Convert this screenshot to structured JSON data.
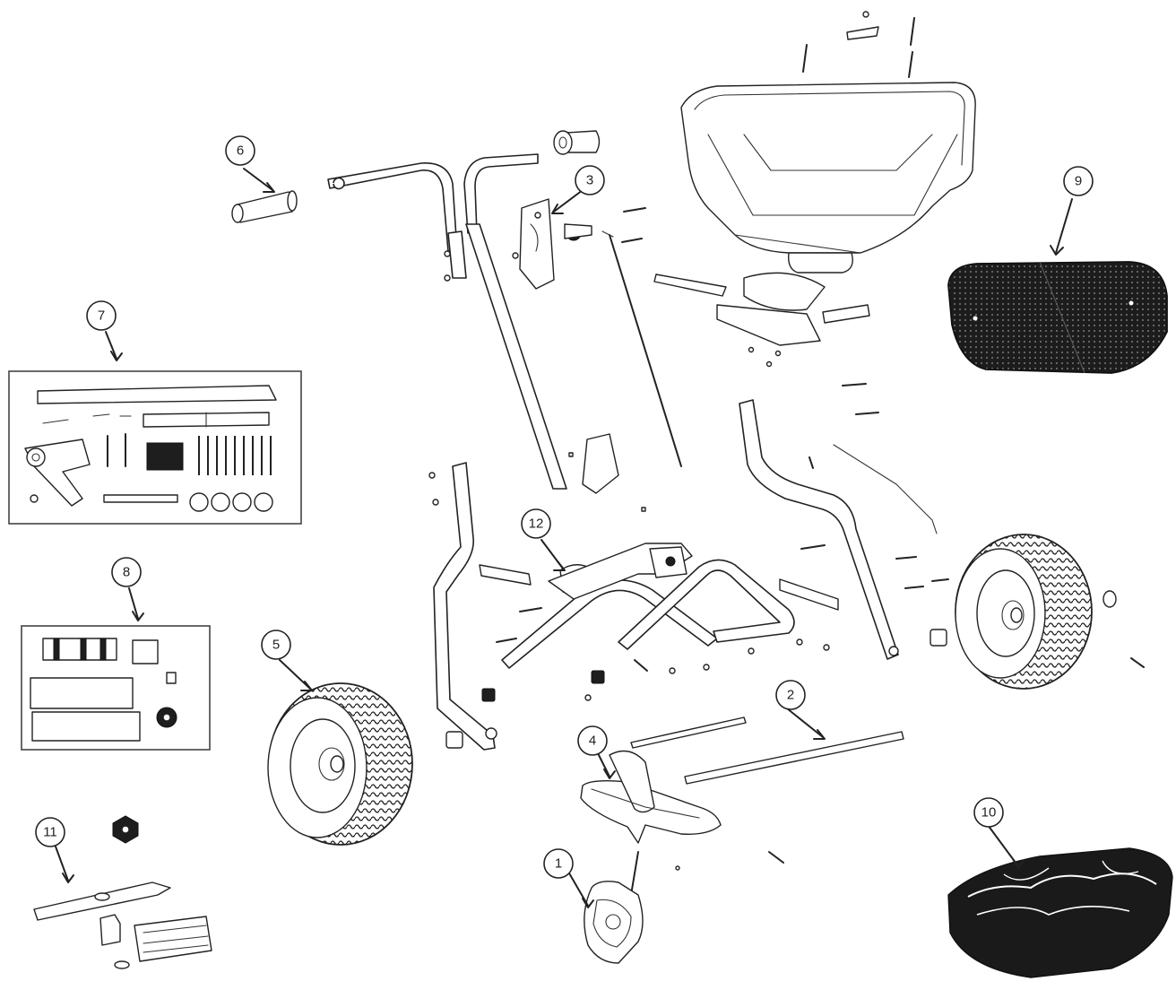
{
  "callouts": [
    {
      "id": "1",
      "label": "1"
    },
    {
      "id": "2",
      "label": "2"
    },
    {
      "id": "3",
      "label": "3"
    },
    {
      "id": "4",
      "label": "4"
    },
    {
      "id": "5",
      "label": "5"
    },
    {
      "id": "6",
      "label": "6"
    },
    {
      "id": "7",
      "label": "7"
    },
    {
      "id": "8",
      "label": "8"
    },
    {
      "id": "9",
      "label": "9"
    },
    {
      "id": "10",
      "label": "10"
    },
    {
      "id": "11",
      "label": "11"
    },
    {
      "id": "12",
      "label": "12"
    }
  ],
  "colors": {
    "line": "#222222",
    "background": "#ffffff",
    "dark_fill": "#1e1e1e"
  }
}
